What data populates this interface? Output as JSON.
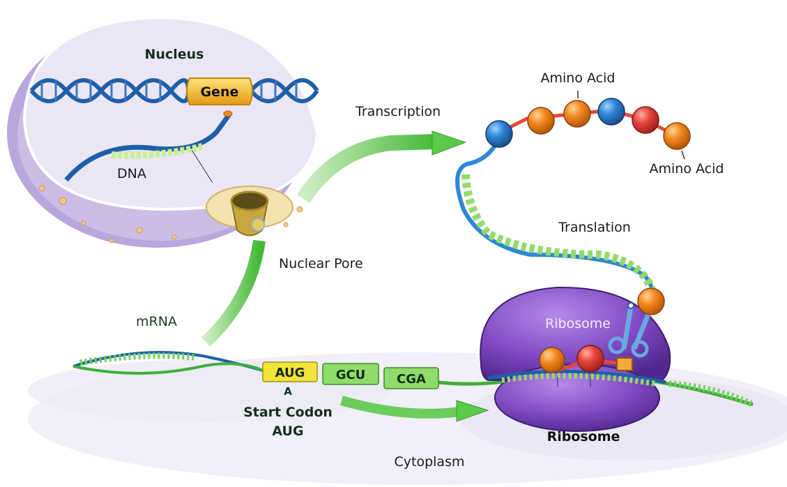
{
  "diagram": {
    "title": "Gene expression: transcription and translation",
    "labels": {
      "nucleus": "Nucleus",
      "gene": "Gene",
      "dna": "DNA",
      "nuclear_pore": "Nuclear Pore",
      "transcription": "Transcription",
      "mrna": "mRNA",
      "amino_acid_top": "Amino Acid",
      "amino_acid_right": "Amino Acid",
      "translation": "Translation",
      "ribosome_inner": "Ribosome",
      "ribosome_outer": "Ribosome",
      "start_codon_marker": "A",
      "start_codon_line1": "Start Codon",
      "start_codon_line2": "AUG",
      "cytoplasm": "Cytoplasm"
    },
    "codons": [
      {
        "text": "AUG",
        "color": "#f2e33a",
        "role": "start"
      },
      {
        "text": "GCU",
        "color": "#8fdc6a",
        "role": "codon"
      },
      {
        "text": "CGA",
        "color": "#8fdc6a",
        "role": "codon"
      }
    ],
    "protein_chain": [
      {
        "color": "#2f86d6"
      },
      {
        "color": "#f5881f"
      },
      {
        "color": "#f5881f"
      },
      {
        "color": "#2f86d6"
      },
      {
        "color": "#e8453b"
      },
      {
        "color": "#f5881f"
      }
    ],
    "ribosome_bound_amino_acids": [
      {
        "color": "#f5881f"
      },
      {
        "color": "#e8453b"
      }
    ],
    "incoming_amino_acid": {
      "color": "#f5881f"
    },
    "colors": {
      "nucleus_fill": "#cbbde6",
      "nucleus_inner": "#ebe6f5",
      "dna": "#1f5fa8",
      "gene": "#f4b82a",
      "mrna": "#3fae3a",
      "arrow": "#5cc94a",
      "ribosome": "#7f4ac2",
      "cytoplasm": "#ecebf5"
    }
  }
}
